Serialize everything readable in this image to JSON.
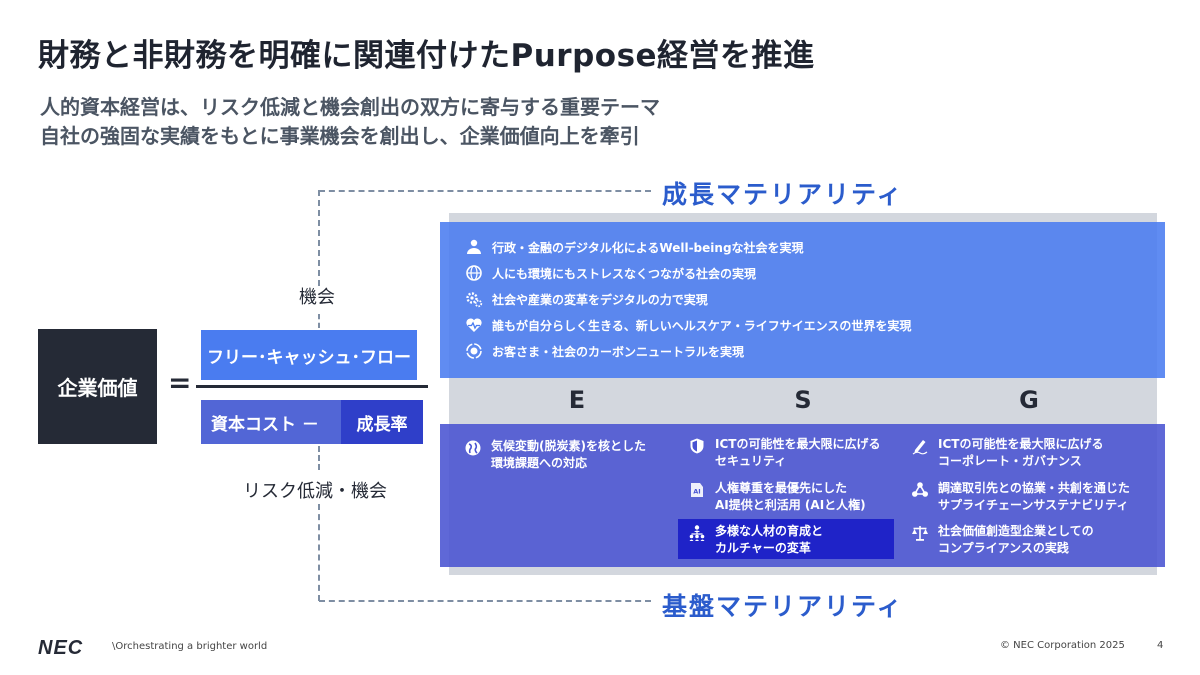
{
  "title": "財務と非財務を明確に関連付けたPurpose経営を推進",
  "subtitle_lines": [
    "人的資本経営は、リスク低減と機会創出の双方に寄与する重要テーマ",
    "自社の強固な実績をもとに事業機会を創出し、企業価値向上を牽引"
  ],
  "growth_materiality_title": "成長マテリアリティ",
  "base_materiality_title": "基盤マテリアリティ",
  "equation": {
    "corporate_value": "企業価値",
    "equals": "=",
    "opportunity_label": "機会",
    "numerator": "フリー･キャッシュ･フロー",
    "cost_of_capital": "資本コスト －",
    "growth_rate": "成長率",
    "risk_label": "リスク低減・機会"
  },
  "esg_letters": [
    "E",
    "S",
    "G"
  ],
  "growth_items": [
    {
      "icon": "person-care-icon",
      "text": "行政・金融のデジタル化によるWell-beingな社会を実現"
    },
    {
      "icon": "globe-icon",
      "text": "人にも環境にもストレスなくつながる社会の実現"
    },
    {
      "icon": "gears-icon",
      "text": "社会や産業の変革をデジタルの力で実現"
    },
    {
      "icon": "heart-pulse-icon",
      "text": "誰もが自分らしく生きる、新しいヘルスケア・ライフサイエンスの世界を実現"
    },
    {
      "icon": "carbon-cycle-icon",
      "text": "お客さま・社会のカーボンニュートラルを実現"
    }
  ],
  "base_items": {
    "e": [
      {
        "icon": "earth-icon",
        "lines": [
          "気候変動(脱炭素)を核とした",
          "環境課題への対応"
        ]
      }
    ],
    "s": [
      {
        "icon": "shield-icon",
        "lines": [
          "ICTの可能性を最大限に広げる",
          "セキュリティ"
        ]
      },
      {
        "icon": "ai-icon",
        "lines": [
          "人権尊重を最優先にした",
          "AI提供と利活用 (AIと人権)"
        ]
      },
      {
        "icon": "people-network-icon",
        "lines": [
          "多様な人材の育成と",
          "カルチャーの変革"
        ],
        "highlighted": true
      }
    ],
    "g": [
      {
        "icon": "pen-sign-icon",
        "lines": [
          "ICTの可能性を最大限に広げる",
          "コーポレート・ガバナンス"
        ]
      },
      {
        "icon": "supply-chain-icon",
        "lines": [
          "調達取引先との協業・共創を通じた",
          "サプライチェーンサステナビリティ"
        ]
      },
      {
        "icon": "scale-icon",
        "lines": [
          "社会価値創造型企業としての",
          "コンプライアンスの実践"
        ]
      }
    ]
  },
  "footer": {
    "logo": "NEC",
    "tagline": "\\Orchestrating a brighter world",
    "copyright": "© NEC Corporation 2025",
    "page_number": "4"
  },
  "colors": {
    "growth_panel": "#4a7cf0",
    "base_panel": "#4953d2",
    "highlight": "#1f23c8",
    "dark_box": "#252a36",
    "materiality_title": "#2b5ccc"
  }
}
